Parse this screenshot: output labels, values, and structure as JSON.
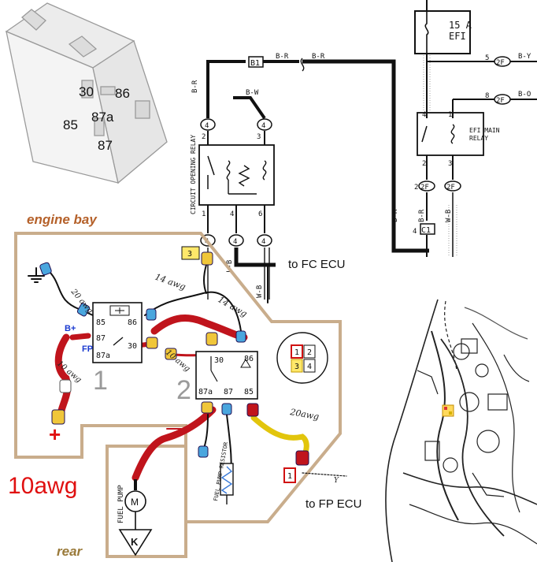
{
  "relay_photo": {
    "pins": [
      "30",
      "86",
      "85",
      "87a",
      "87"
    ]
  },
  "fuse": {
    "rating": "15 A",
    "name": "EFI"
  },
  "connectors": {
    "b1": "B1",
    "c1": "C1",
    "ecu_tag": "2F",
    "pin4": "4",
    "pin2": "2",
    "pin3": "3",
    "pin5": "5",
    "pin8": "8",
    "pin6": "6",
    "pin1": "1"
  },
  "wires": {
    "br": "B-R",
    "bw": "B-W",
    "by": "B-Y",
    "bo": "B-O",
    "wb": "W-B",
    "lb": "L-B"
  },
  "relays": {
    "circuit_opening": "CIRCUIT OPENING RELAY",
    "efi_main_line1": "EFI MAIN",
    "efi_main_line2": "RELAY"
  },
  "labels": {
    "engine_bay": "engine bay",
    "to_fc_ecu": "to FC ECU",
    "to_fp_ecu": "to FP ECU",
    "gauge_10awg": "10awg",
    "rear": "rear",
    "fuel_pump": "FUEL PUMP",
    "pump_resistor": "FUEL PUMP RESISTOR",
    "motor": "M",
    "ground_k": "K",
    "plus": "+",
    "b_plus": "B+",
    "fp": "FP"
  },
  "added_relays": {
    "relay1": {
      "number": "1",
      "pins": [
        "85",
        "86",
        "87",
        "30",
        "87a"
      ]
    },
    "relay2": {
      "number": "2",
      "pins": [
        "30",
        "86",
        "87a",
        "87",
        "85"
      ]
    }
  },
  "plug_pins": [
    "1",
    "2",
    "3",
    "4"
  ],
  "marker_tags": {
    "top": "3",
    "bottom": "1"
  },
  "handwritten": {
    "w14a": "14 awg",
    "w14b": "14 awg",
    "w10": "10 awg",
    "w20a": "20 awg",
    "w10b": "10 awg",
    "w20b": "20awg",
    "y": "Y"
  },
  "colors": {
    "red_wire": "#c0141c",
    "yellow_wire": "#e2c50c",
    "blue_terminal": "#4aa6de",
    "yellow_terminal": "#f0c63a",
    "tan_outline": "#c9ad8c",
    "accent_red": "#e01010"
  }
}
